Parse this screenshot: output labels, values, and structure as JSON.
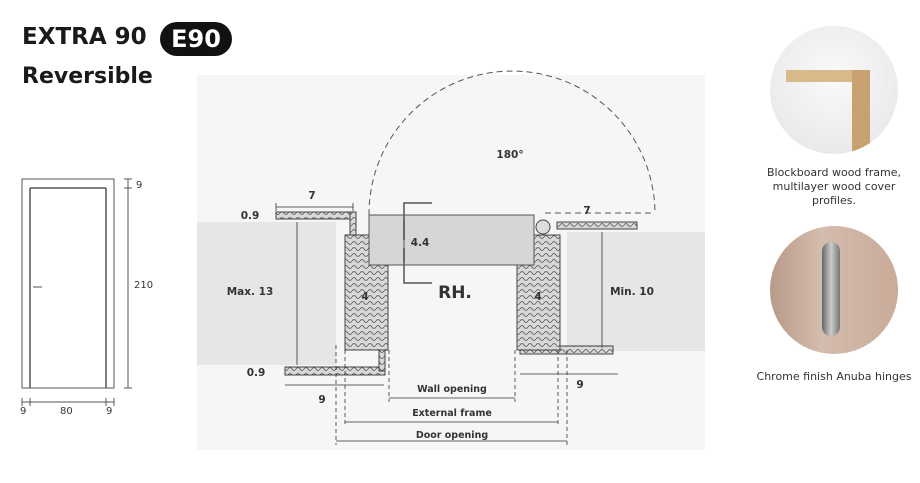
{
  "header": {
    "title": "EXTRA 90",
    "badge": "E90",
    "subtitle": "Reversible"
  },
  "elevation": {
    "top_dim": "9",
    "height_dim": "210",
    "left_dim": "9",
    "width_dim": "80",
    "right_dim": "9"
  },
  "section": {
    "swing_angle": "180°",
    "left_cover_width": "7",
    "right_cover_width": "7",
    "top_thickness": "0.9",
    "bottom_thickness": "0.9",
    "leaf_thickness": "4.4",
    "left_jamb": "4",
    "right_jamb": "4",
    "hand": "RH.",
    "wall_max": "Max. 13",
    "wall_min": "Min. 10",
    "left_bottom_dim": "9",
    "right_bottom_dim": "9",
    "wall_opening": "Wall opening",
    "external_frame": "External frame",
    "door_opening": "Door opening"
  },
  "features": [
    {
      "caption": "Blockboard wood frame, multilayer wood cover profiles."
    },
    {
      "caption": "Chrome finish Anuba hinges"
    }
  ]
}
